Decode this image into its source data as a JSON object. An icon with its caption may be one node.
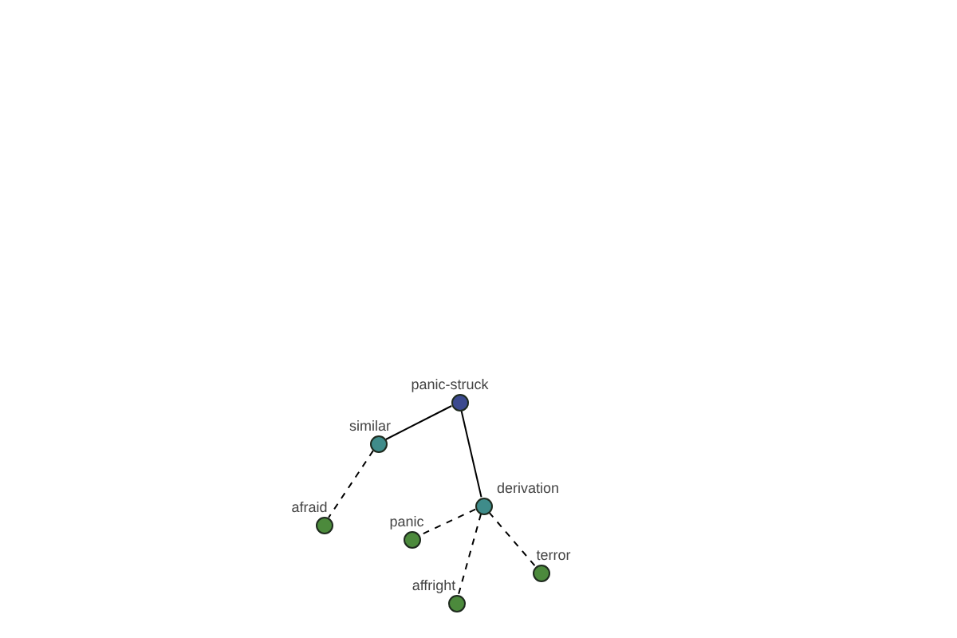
{
  "diagram": {
    "nodes": [
      {
        "text": [
          "panic-struck"
        ]
      },
      {
        "text": [
          "similar"
        ]
      },
      {
        "text": [
          "afraid"
        ]
      },
      {
        "text": [
          "derivation"
        ]
      },
      {
        "text": [
          "panic"
        ]
      },
      {
        "text": [
          "affright"
        ]
      },
      {
        "text": [
          "terror"
        ]
      }
    ],
    "edges": [
      {
        "from": 0,
        "to": 1,
        "arrow": "none"
      },
      {
        "from": 0,
        "to": 3,
        "arrow": "none"
      },
      {
        "from": 1,
        "to": 2,
        "arrow": "none",
        "style": "dashed"
      },
      {
        "from": 3,
        "to": 4,
        "arrow": "none",
        "style": "dashed"
      },
      {
        "from": 3,
        "to": 5,
        "arrow": "none",
        "style": "dashed"
      },
      {
        "from": 3,
        "to": 6,
        "arrow": "none",
        "style": "dashed"
      }
    ]
  }
}
